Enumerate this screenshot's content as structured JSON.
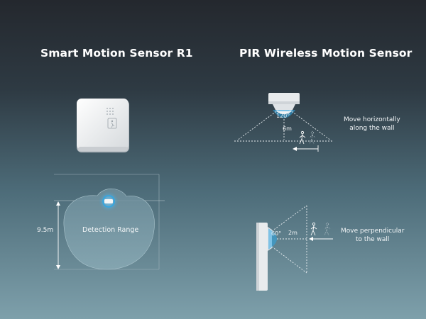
{
  "titles": {
    "left": "Smart Motion Sensor R1",
    "right": "PIR Wireless Motion Sensor"
  },
  "left_panel": {
    "range_label": "Detection Range",
    "height_label": "9.5m"
  },
  "right_top": {
    "angle_label": "120°",
    "height_label": "6m",
    "caption_line1": "Move horizontally",
    "caption_line2": "along the wall"
  },
  "right_bottom": {
    "angle_label": "60°",
    "distance_label": "2m",
    "caption_line1": "Move perpendicular",
    "caption_line2": "to the wall"
  },
  "colors": {
    "accent": "#2ea7e6",
    "device": "#eef0f2"
  }
}
